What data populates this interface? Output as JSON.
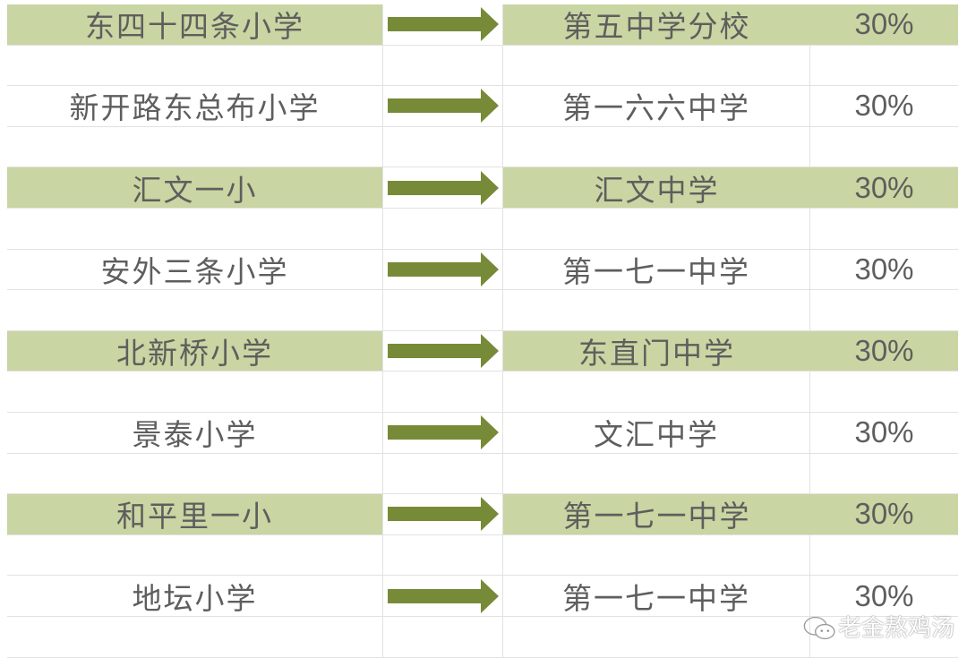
{
  "colors": {
    "highlight": "#c9d5a2",
    "arrow": "#778a38",
    "text": "#5e5e5e"
  },
  "rows": [
    {
      "from": "东四十四条小学",
      "to": "第五中学分校",
      "ratio": "30%",
      "highlight": true
    },
    {
      "from": "新开路东总布小学",
      "to": "第一六六中学",
      "ratio": "30%",
      "highlight": false
    },
    {
      "from": "汇文一小",
      "to": "汇文中学",
      "ratio": "30%",
      "highlight": true
    },
    {
      "from": "安外三条小学",
      "to": "第一七一中学",
      "ratio": "30%",
      "highlight": false
    },
    {
      "from": "北新桥小学",
      "to": "东直门中学",
      "ratio": "30%",
      "highlight": true
    },
    {
      "from": "景泰小学",
      "to": "文汇中学",
      "ratio": "30%",
      "highlight": false
    },
    {
      "from": "和平里一小",
      "to": "第一七一中学",
      "ratio": "30%",
      "highlight": true
    },
    {
      "from": "地坛小学",
      "to": "第一七一中学",
      "ratio": "30%",
      "highlight": false
    }
  ],
  "watermark": {
    "icon": "wechat-icon",
    "text": "老金熬鸡汤"
  }
}
